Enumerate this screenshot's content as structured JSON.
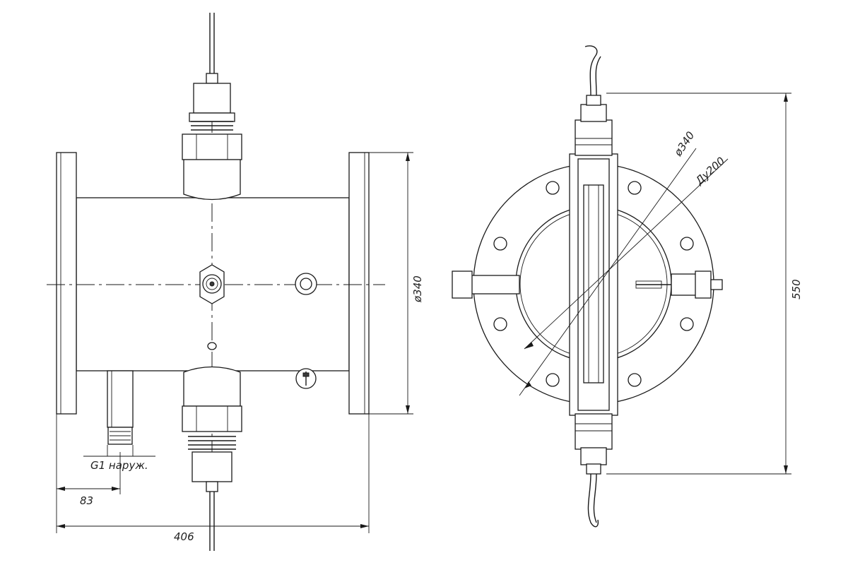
{
  "dimensions": {
    "flange_diameter": "ø340",
    "thread": "G1 наруж.",
    "offset": "83",
    "length": "406",
    "circle_diameter": "ø340",
    "nominal_bore": "Ду200",
    "height": "550"
  }
}
